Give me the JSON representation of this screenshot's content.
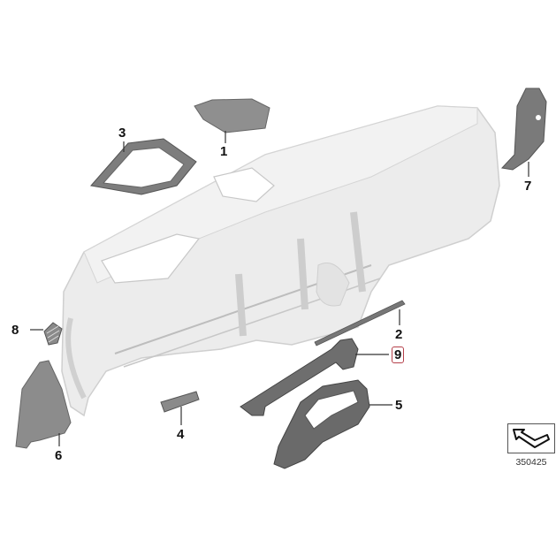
{
  "diagram": {
    "title": "Dashboard / instrument panel trim parts",
    "reference_number": "350425",
    "highlighted_part": "9",
    "highlight_color": "#b5404a",
    "callouts": [
      {
        "id": "1",
        "part": "upper-speaker-cover"
      },
      {
        "id": "2",
        "part": "trim-strip"
      },
      {
        "id": "3",
        "part": "display-frame-trim"
      },
      {
        "id": "4",
        "part": "small-trim-cover"
      },
      {
        "id": "5",
        "part": "glovebox-trim-frame"
      },
      {
        "id": "6",
        "part": "left-side-end-cover"
      },
      {
        "id": "7",
        "part": "right-side-end-cover"
      },
      {
        "id": "8",
        "part": "side-air-vent-grille"
      },
      {
        "id": "9",
        "part": "lower-trim-bracket"
      }
    ]
  }
}
